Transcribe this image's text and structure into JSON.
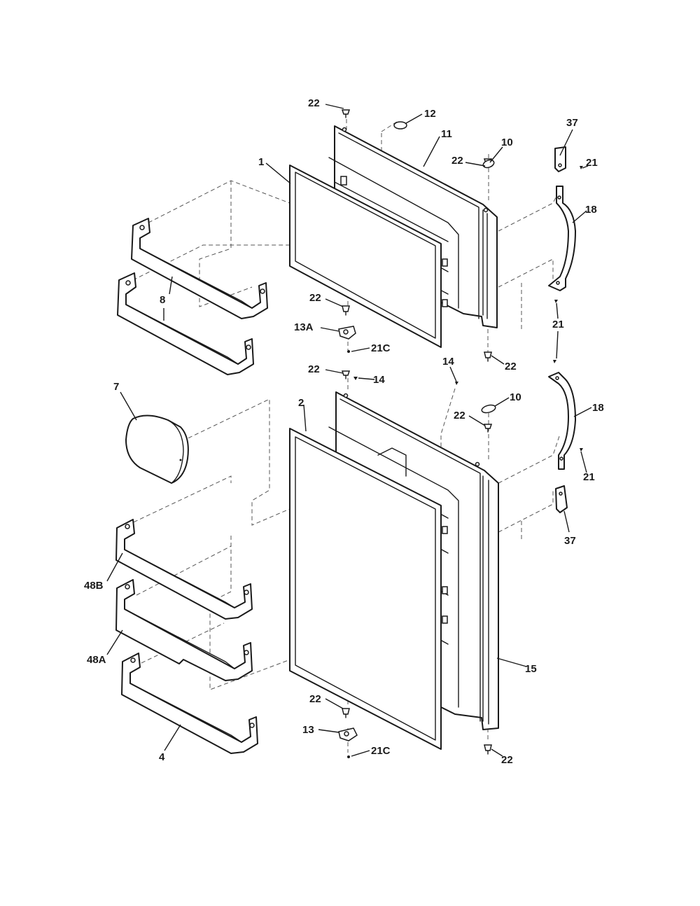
{
  "diagram": {
    "type": "exploded parts diagram",
    "labels": {
      "p22a": "22",
      "p12": "12",
      "p11": "11",
      "p10a": "10",
      "p22b": "22",
      "p1": "1",
      "p37a": "37",
      "p21a": "21",
      "p18a": "18",
      "p8": "8",
      "p22c": "22",
      "p13a": "13A",
      "p21c_a": "21C",
      "p21b": "21",
      "p22d": "22",
      "p22e": "22",
      "p14a": "14",
      "p14b": "14",
      "p7": "7",
      "p2": "2",
      "p10b": "10",
      "p22f": "22",
      "p18b": "18",
      "p21d": "21",
      "p37b": "37",
      "p48b": "48B",
      "p48a": "48A",
      "p15": "15",
      "p22g": "22",
      "p13": "13",
      "p21c_b": "21C",
      "p22h": "22",
      "p4": "4"
    }
  }
}
